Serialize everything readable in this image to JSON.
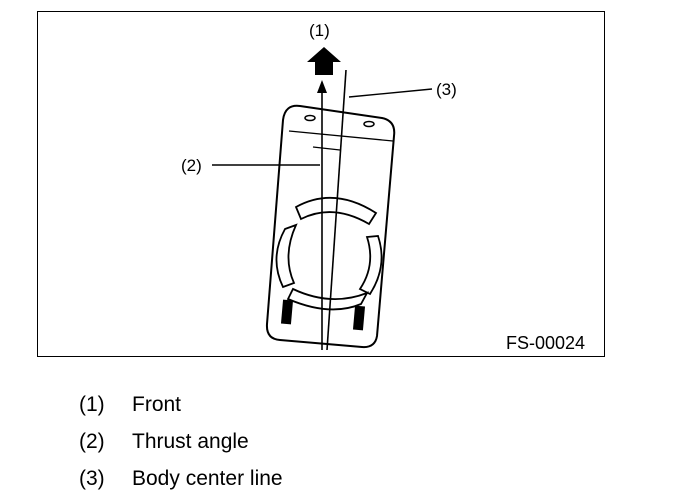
{
  "figure": {
    "code": "FS-00024",
    "callouts": {
      "front": "(1)",
      "thrust_angle": "(2)",
      "body_center_line": "(3)"
    }
  },
  "legend": [
    {
      "num": "(1)",
      "text": "Front"
    },
    {
      "num": "(2)",
      "text": "Thrust angle"
    },
    {
      "num": "(3)",
      "text": "Body center line"
    }
  ],
  "colors": {
    "ink": "#000000",
    "paper": "#ffffff"
  }
}
